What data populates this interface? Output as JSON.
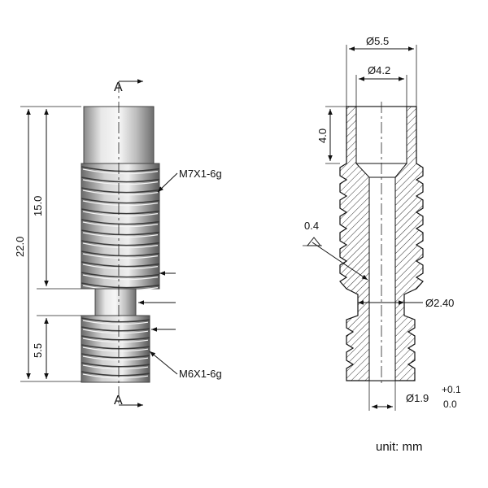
{
  "left_view": {
    "section_mark_top": "A",
    "section_mark_bottom": "A",
    "thread_upper": "M7X1-6g",
    "thread_lower": "M6X1-6g",
    "dim_total": "22.0",
    "dim_upper": "15.0",
    "dim_lower": "5.5"
  },
  "right_view": {
    "dim_outer_dia": "Ø5.5",
    "dim_inner_dia": "Ø4.2",
    "dim_bore_depth": "4.0",
    "dim_wall": "0.4",
    "dim_neck_dia": "Ø2.40",
    "dim_hole_dia": "Ø1.9",
    "tol_upper": "+0.1",
    "tol_lower": "0.0"
  },
  "footer": {
    "unit": "unit: mm"
  }
}
